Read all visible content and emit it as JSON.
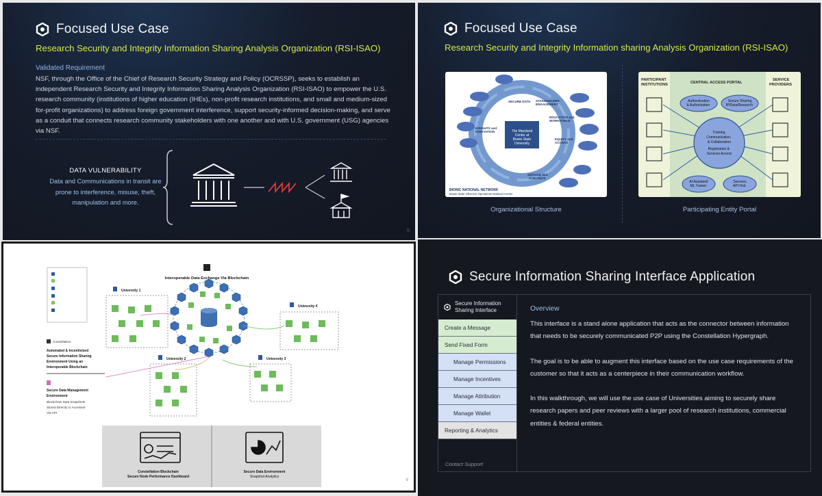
{
  "slide1": {
    "title": "Focused Use Case",
    "subtitle": "Research Security and Integrity Information Sharing Analysis Organization (RSI-ISAO)",
    "section_label": "Validated Requirement",
    "body": "NSF, through the Office of the Chief of Research Security Strategy and Policy (OCRSSP), seeks to establish an independent Research Security and Integrity Information Sharing Analysis Organization (RSI-ISAO) to empower the U.S. research community (institutions of higher education (IHEs), non-profit research institutions, and small and medium-sized for-profit organizations) to address foreign government interference, support security-informed decision-making, and serve as a conduit that connects research community stakeholders with one another and with U.S. government (USG) agencies via NSF.",
    "vulnerability_title": "DATA VULNERABILITY",
    "vulnerability_text": "Data and Communications in transit are prone to interference, misuse, theft, manipulation and more.",
    "page_number": "5",
    "accent_color": "#d8e84a"
  },
  "slide2": {
    "title": "Focused Use Case",
    "subtitle": "Research Security and Integrity Information sharing Analysis Organization (RSI-ISAO)",
    "left_caption": "Organizational Structure",
    "right_caption": "Participating Entity Portal",
    "org": {
      "center": "The Maryland Center at Bowie State University",
      "ring_labels": [
        "SECURE DATA",
        "STAKEHOLDER ENGAGEMENT",
        "EDUCATION and WORKFORCE",
        "EQUITY and ACCESS",
        "SERVICE and GUIDANCE",
        "INSIGHTS and INNOVATION"
      ],
      "footer_1": "BIONIC NATIONAL NETWORK",
      "footer_2": "Bowie State Influence Operations National Center"
    },
    "portal": {
      "left_heading": "PARTICIPANT INSTITUTIONS",
      "center_heading": "CENTRAL ACCESS PORTAL",
      "right_heading": "SERVICE PROVIDERS",
      "hub": "Training, Communication, & Collaboration / Registration & Services Access",
      "nodes": [
        "Authentication & Authorization",
        "Secure Sharing IP/Data/Research",
        "AI Assistant/ ML Trainer",
        "Services API Hub"
      ]
    }
  },
  "slide3": {
    "diagram_title": "Interoperable Data Exchange Via Blockchain",
    "universities": [
      "University 1",
      "University 2",
      "University 3",
      "University 4"
    ],
    "constellation_label": "Constellation",
    "automated_text": "Automated & Incentivized Secure Information Sharing Environment Using an Interoperable Blockchain",
    "secure_data_title": "Secure Data Management Environment",
    "secure_data_text": "Blockchain Data Snapshots Stored Directly or Accessed Via API",
    "dashboard_caption_1": "Constellation Blockchain",
    "dashboard_caption_2": "Secure Node Performance Dashboard",
    "analytics_caption_1": "Secure Data Environment",
    "analytics_caption_2": "Snapshot Analytics",
    "page_number": "8"
  },
  "slide4": {
    "title": "Secure Information Sharing Interface Application",
    "sidebar_title": "Secure Information Sharing Interface",
    "menu": [
      {
        "label": "Create a Message",
        "style": "green"
      },
      {
        "label": "Send Fixed Form",
        "style": "green"
      },
      {
        "label": "Manage Permissions",
        "style": "blue"
      },
      {
        "label": "Manage Incentives",
        "style": "blue"
      },
      {
        "label": "Manage Attribution",
        "style": "blue"
      },
      {
        "label": "Manage Wallet",
        "style": "blue"
      },
      {
        "label": "Reporting & Analytics",
        "style": "gray"
      }
    ],
    "contact": "Contact Support",
    "overview_title": "Overview",
    "paragraphs": [
      "This interface is a stand alone application that acts as the connector between information that needs to be securely communicated P2P using the Constellation Hypergraph.",
      "The goal is to be able to augment this interface based on the use case requirements of the customer so that it acts as a centerpiece in their communication workflow.",
      "In this walkthrough, we will use the use case of Universities aiming to securely share research papers and peer reviews with a larger pool of research institutions, commercial entities & federal entities."
    ]
  }
}
